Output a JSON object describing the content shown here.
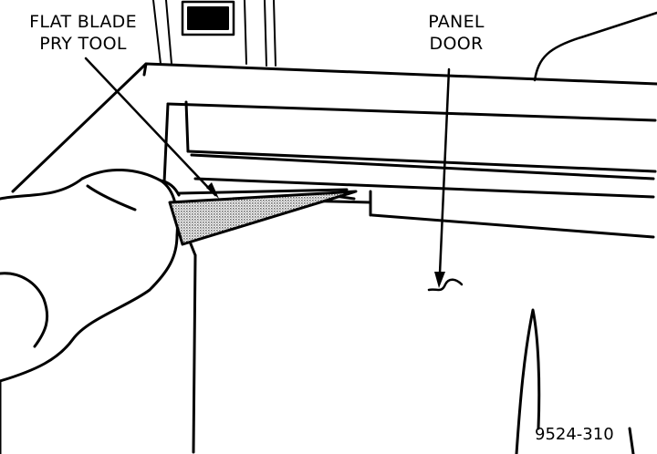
{
  "callouts": {
    "pry_tool": {
      "line1": "FLAT BLADE",
      "line2": "PRY TOOL"
    },
    "panel_door": {
      "line1": "PANEL",
      "line2": "DOOR"
    }
  },
  "figure_number": "9524-310",
  "colors": {
    "ink": "#000000",
    "paper": "#ffffff",
    "blade_shading": "#9a9a9a"
  }
}
